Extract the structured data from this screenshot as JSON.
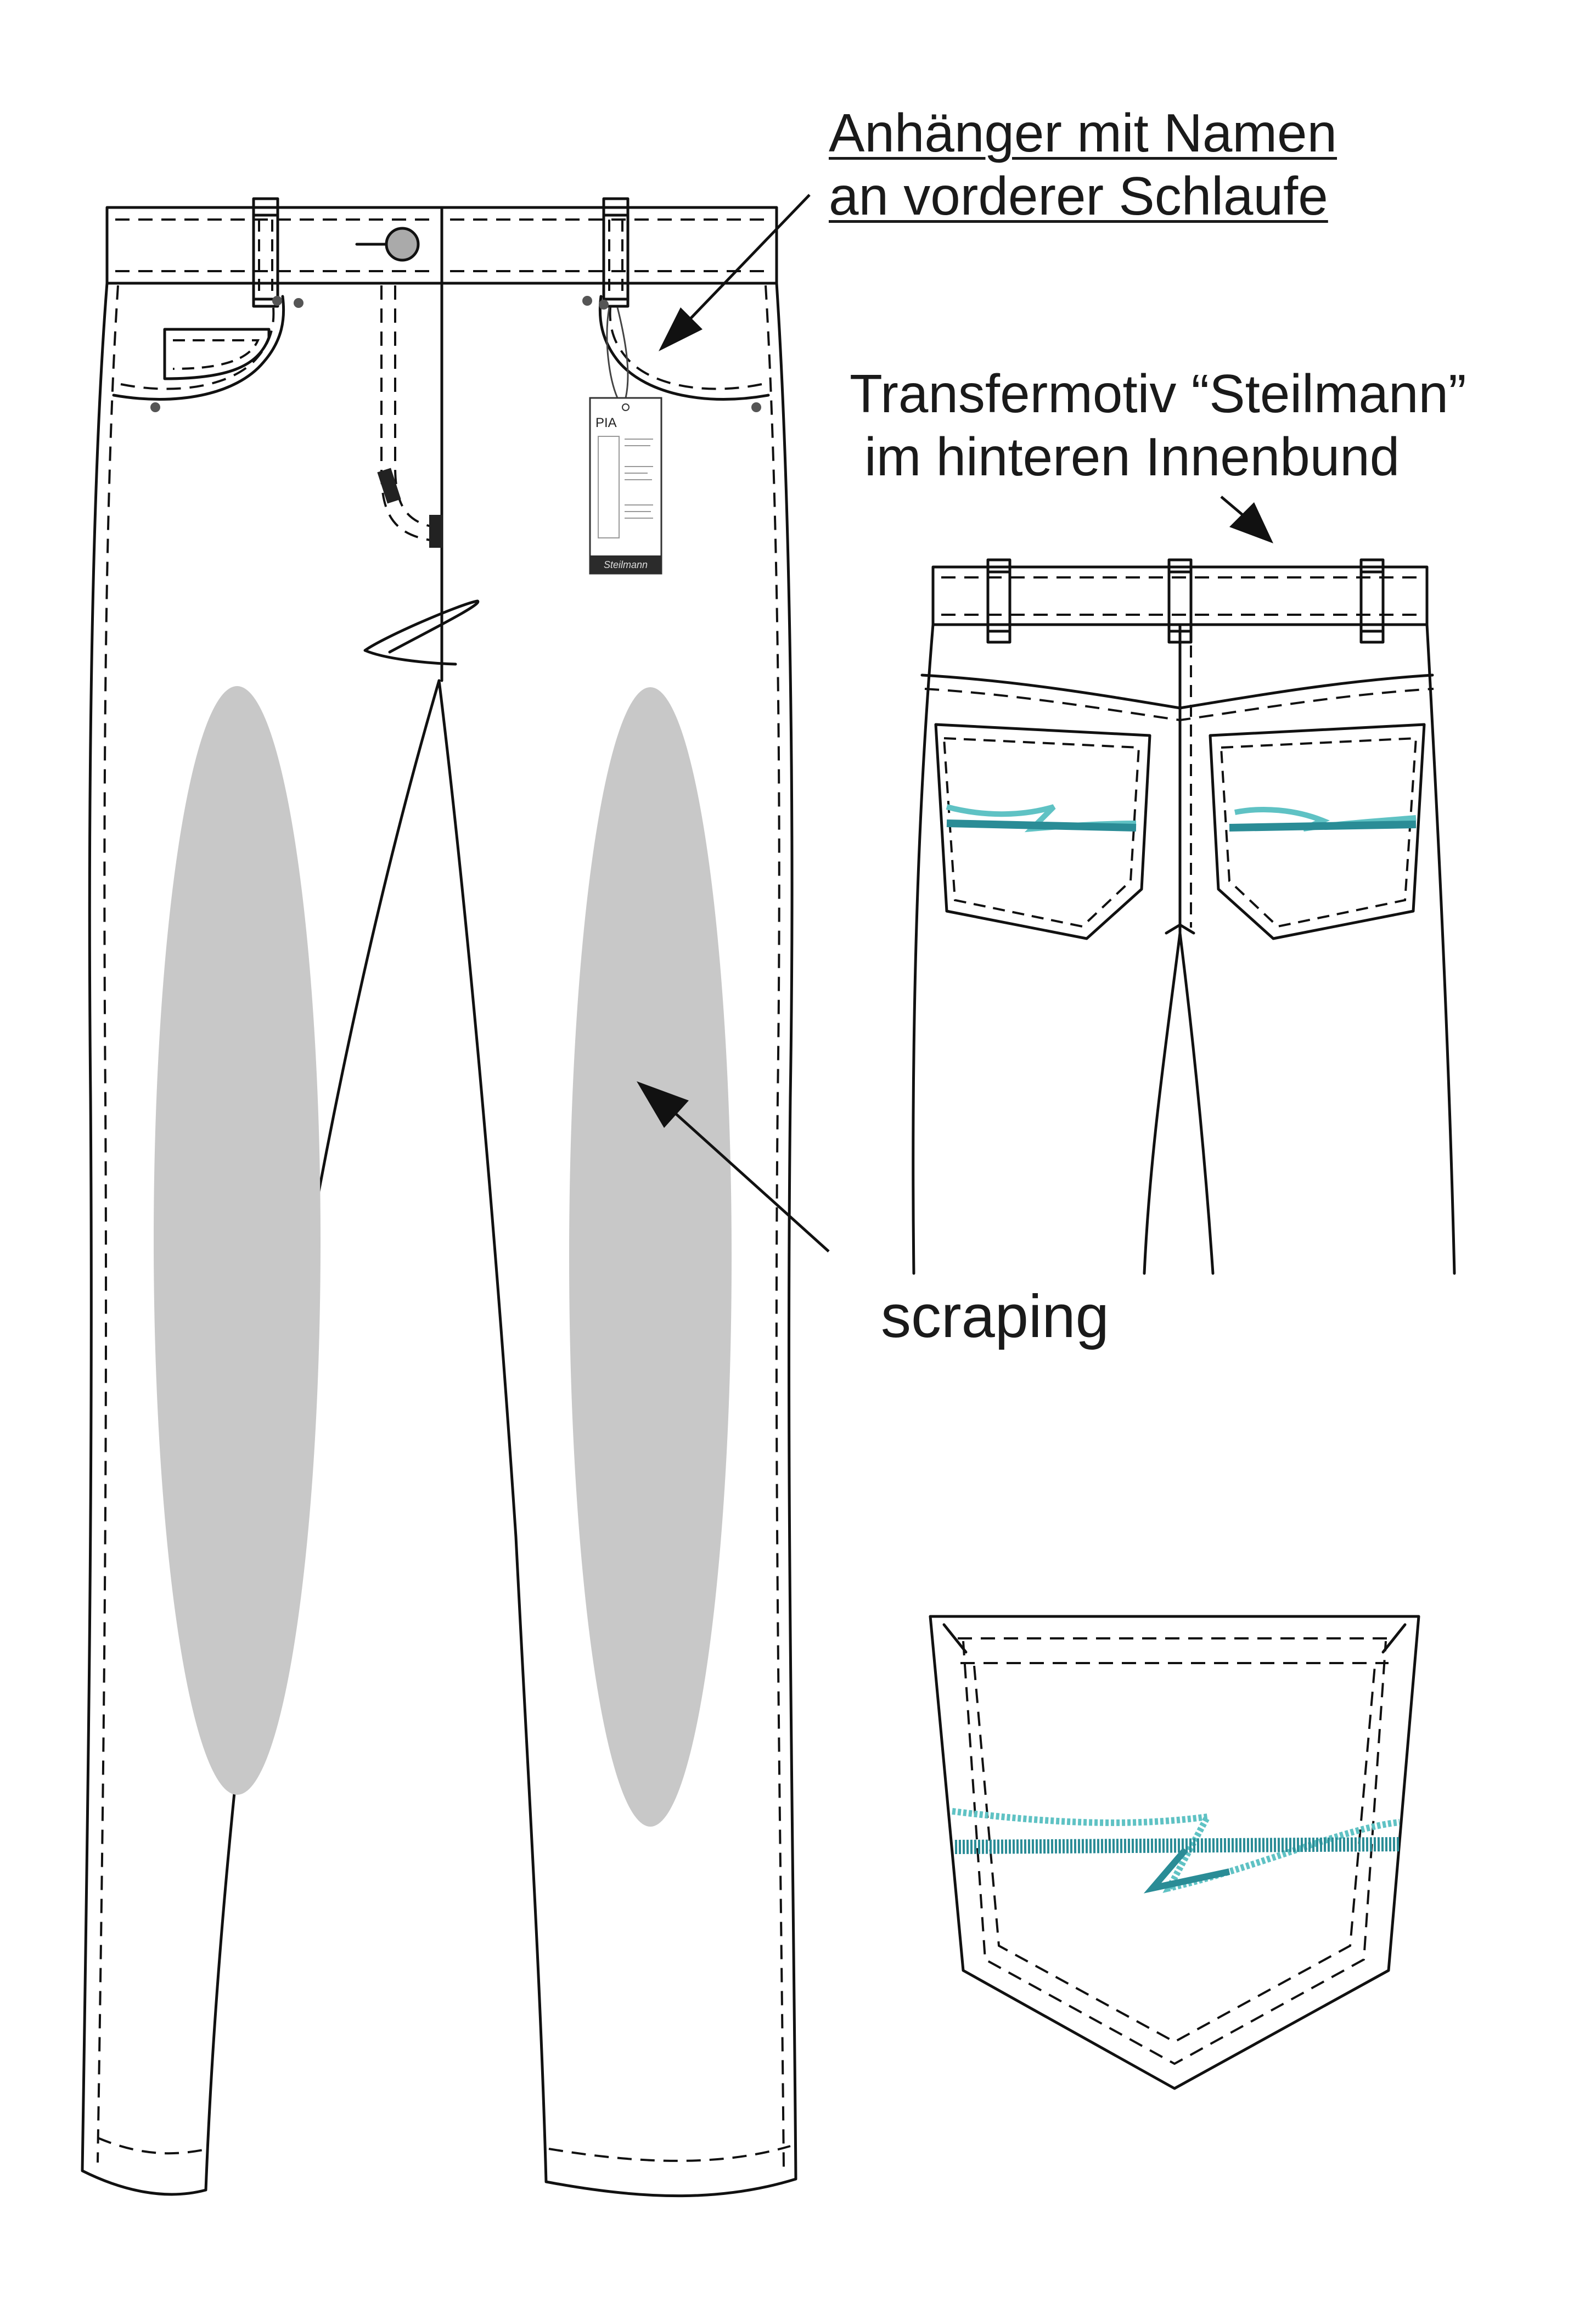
{
  "labels": {
    "hangtag_callout": [
      "Anhänger mit Namen",
      "an vorderer Schlaufe"
    ],
    "transfer_callout": [
      "Transfermotiv “Steilmann”",
      "im hinteren Innenbund"
    ],
    "scraping_callout": "scraping"
  },
  "hangtag": {
    "title": "PIA",
    "brand": "Steilmann"
  },
  "colors": {
    "line": "#111111",
    "scraping_fill": "#c8c8c8",
    "embroidery_light": "#5fc2c4",
    "embroidery_dark": "#2a8c96",
    "hangtag_band": "#2b2b2b"
  }
}
